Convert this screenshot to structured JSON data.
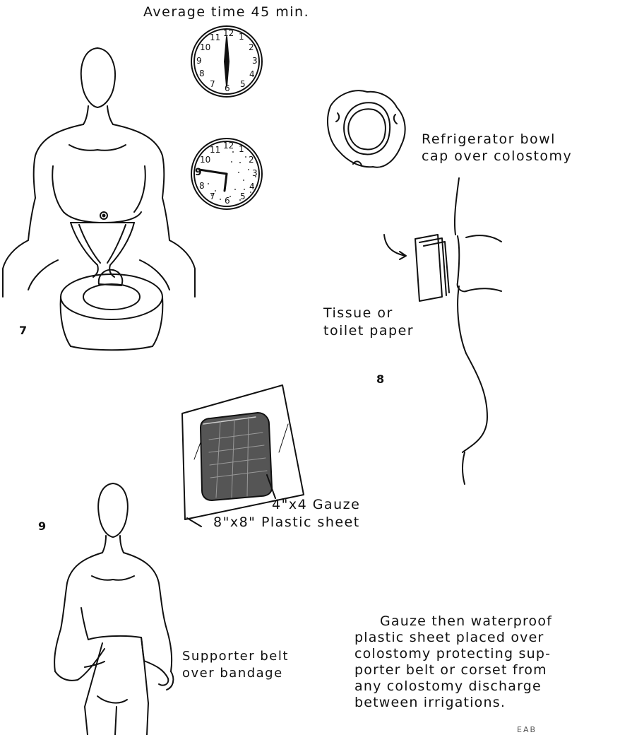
{
  "header": {
    "average_time": "Average time 45 min."
  },
  "clocks": [
    {
      "name": "start-clock",
      "time_shown": "6:00",
      "numerals": [
        "12",
        "1",
        "2",
        "3",
        "4",
        "5",
        "6",
        "7",
        "8",
        "9",
        "10",
        "11"
      ]
    },
    {
      "name": "end-clock",
      "time_shown": "6:45",
      "numerals": [
        "12",
        "1",
        "2",
        "3",
        "4",
        "5",
        "6",
        "7",
        "8",
        "9",
        "10",
        "11"
      ]
    }
  ],
  "steps": [
    {
      "number": "7"
    },
    {
      "number": "8",
      "labels": {
        "bowl_cap_line1": "Refrigerator bowl",
        "bowl_cap_line2": "cap over colostomy",
        "tissue_line1": "Tissue or",
        "tissue_line2": "toilet paper"
      }
    },
    {
      "number": "9",
      "labels": {
        "gauze": "4\"x4 Gauze",
        "plastic": "8\"x8\" Plastic sheet",
        "belt_line1": "Supporter belt",
        "belt_line2": "over bandage"
      }
    }
  ],
  "note": {
    "lines": [
      "Gauze then waterproof",
      "plastic sheet placed over",
      "colostomy protecting sup-",
      "porter belt or corset from",
      "any colostomy discharge",
      "between irrigations."
    ]
  },
  "signature": "EAB"
}
